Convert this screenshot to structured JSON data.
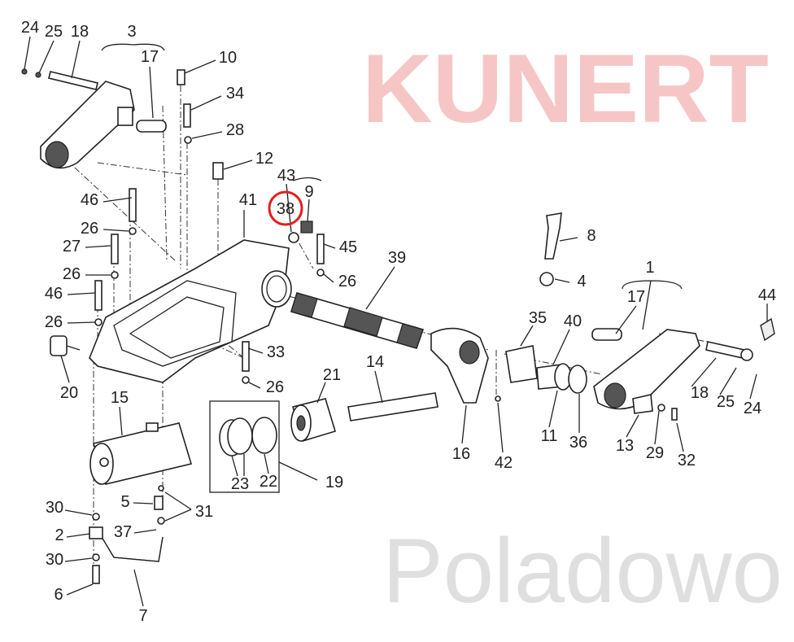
{
  "watermark": {
    "brand": "KUNERT",
    "location": "Poladowo"
  },
  "highlight_color": "#e02020",
  "highlighted_label": "38",
  "labels": [
    "24",
    "25",
    "18",
    "3",
    "17",
    "10",
    "34",
    "28",
    "12",
    "43",
    "9",
    "38",
    "41",
    "46",
    "26",
    "27",
    "45",
    "26",
    "26",
    "46",
    "26",
    "39",
    "8",
    "4",
    "1",
    "17",
    "44",
    "35",
    "40",
    "33",
    "26",
    "14",
    "21",
    "20",
    "15",
    "18",
    "25",
    "24",
    "11",
    "36",
    "13",
    "29",
    "32",
    "16",
    "42",
    "23",
    "22",
    "19",
    "30",
    "5",
    "31",
    "37",
    "2",
    "30",
    "6",
    "7"
  ]
}
